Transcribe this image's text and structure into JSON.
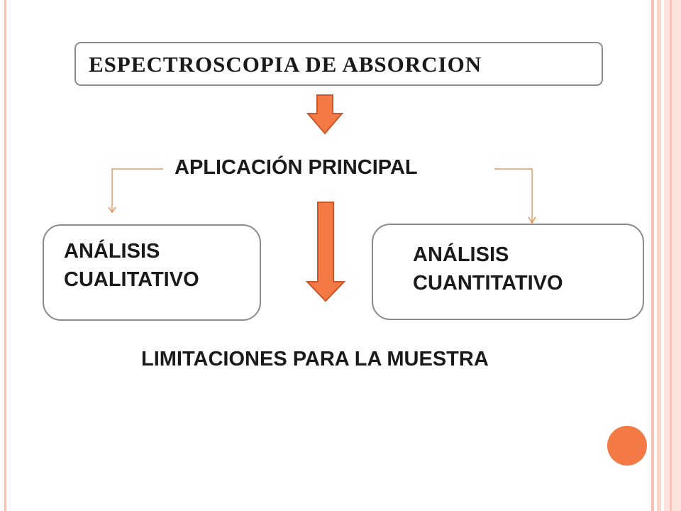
{
  "diagram": {
    "title": "ESPECTROSCOPIA DE ABSORCION",
    "application_label": "APLICACIÓN PRINCIPAL",
    "left_box": {
      "line1": "ANÁLISIS",
      "line2": "CUALITATIVO"
    },
    "right_box": {
      "line1": "ANÁLISIS",
      "line2": "CUANTITATIVO"
    },
    "limitations_label": "LIMITACIONES PARA LA MUESTRA"
  },
  "colors": {
    "arrow_fill": "#f47a45",
    "arrow_stroke": "#c9572a",
    "connector": "#e8823a",
    "box_border": "#8a8a8a",
    "border_pink": "#f3c0b3"
  }
}
